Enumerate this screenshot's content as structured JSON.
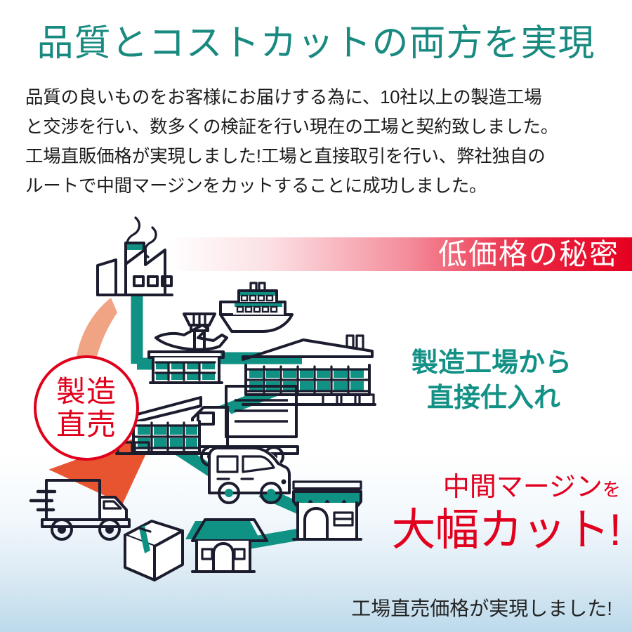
{
  "header": {
    "headline": "品質とコストカットの両方を実現",
    "lead_lines": [
      "品質の良いものをお客様にお届けする為に、10社以上の製造工場",
      "と交渉を行い、数多くの検証を行い現在の工場と契約致しました。",
      "工場直販価格が実現しました!工場と直接取引を行い、弊社独自の",
      "ルートで中間マージンをカットすることに成功しました。"
    ]
  },
  "banner": {
    "label": "低価格の秘密"
  },
  "badge": {
    "line1": "製造",
    "line2": "直売"
  },
  "callouts": {
    "teal_line1": "製造工場から",
    "teal_line2": "直接仕入れ",
    "red_small": "中間マージン",
    "red_small_suffix": "を",
    "red_big": "大幅カット!"
  },
  "footer": {
    "caption": "工場直売価格が実現しました!"
  },
  "colors": {
    "teal": "#0f9184",
    "teal_dark": "#00897c",
    "title_teal": "#188a80",
    "red": "#e60020",
    "badge_red": "#e0001b",
    "arrow_orange": "#e8542f",
    "arrow_salmon": "#f0a484",
    "outline": "#1b1c2e",
    "bottom_blue": "#bcdaeb"
  },
  "diagram": {
    "nodes": [
      {
        "id": "factory",
        "label": "factory-icon"
      },
      {
        "id": "airport",
        "label": "airport-icon"
      },
      {
        "id": "ship",
        "label": "ship-icon"
      },
      {
        "id": "plane",
        "label": "plane-icon"
      },
      {
        "id": "warehouse_large",
        "label": "large-warehouse-icon"
      },
      {
        "id": "cargo_truck",
        "label": "cargo-truck-icon"
      },
      {
        "id": "warehouse_small",
        "label": "small-warehouse-icon"
      },
      {
        "id": "van",
        "label": "van-icon"
      },
      {
        "id": "shop",
        "label": "shop-icon"
      },
      {
        "id": "house",
        "label": "house-icon"
      },
      {
        "id": "parcel",
        "label": "parcel-box-icon"
      },
      {
        "id": "delivery_truck",
        "label": "delivery-truck-icon"
      }
    ]
  }
}
